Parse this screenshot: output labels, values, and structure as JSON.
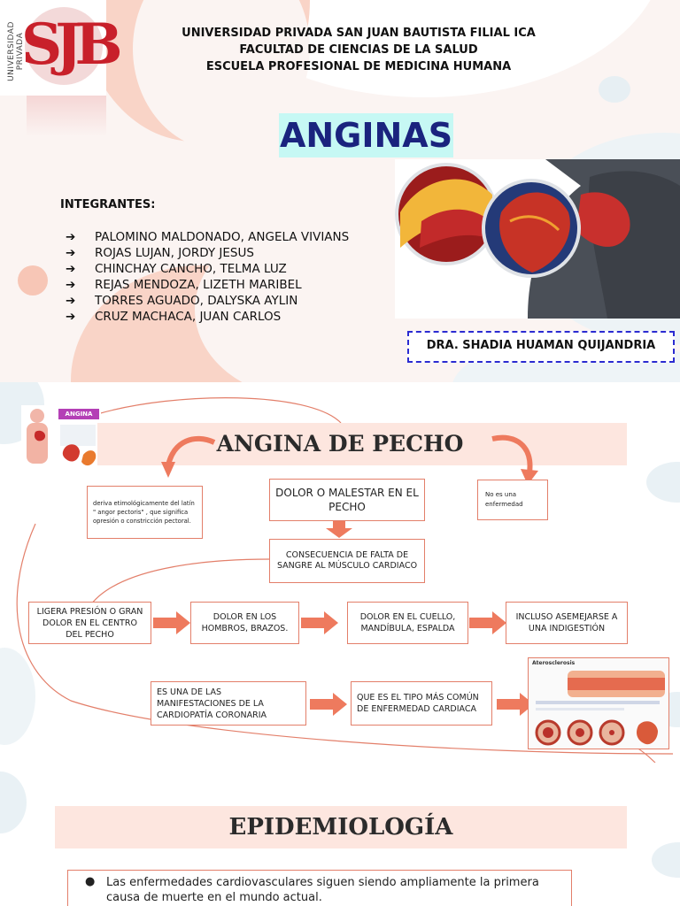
{
  "logo": {
    "letters": "SJB",
    "vertical_text": "UNIVERSIDAD PRIVADA"
  },
  "header": {
    "line1": "UNIVERSIDAD PRIVADA SAN JUAN BAUTISTA FILIAL ICA",
    "line2": "FACULTAD DE CIENCIAS DE LA SALUD",
    "line3": "ESCUELA PROFESIONAL DE MEDICINA HUMANA"
  },
  "title": "ANGINAS",
  "integrantes": {
    "label": "INTEGRANTES:",
    "arrow": "➔",
    "members": [
      "PALOMINO MALDONADO, ANGELA VIVIANS",
      "ROJAS LUJAN, JORDY JESUS",
      "CHINCHAY CANCHO, TELMA LUZ",
      "REJAS MENDOZA, LIZETH MARIBEL",
      "TORRES AGUADO, DALYSKA AYLIN",
      "CRUZ MACHACA, JUAN CARLOS"
    ]
  },
  "teacher": "DRA. SHADIA HUAMAN QUIJANDRIA",
  "slide2": {
    "thumb_label": "ANGINA",
    "heading": "ANGINA DE PECHO",
    "etymology": "deriva etimológicamente del latín \" angor pectoris\" , que significa opresión o constricción pectoral.",
    "pain": "DOLOR O MALESTAR EN EL PECHO",
    "not_disease": "No es una enfermedad",
    "consequence": "CONSECUENCIA DE FALTA DE SANGRE AL MÚSCULO CARDIACO",
    "row1": [
      "LIGERA PRESIÓN O GRAN DOLOR EN EL CENTRO DEL PECHO",
      "DOLOR EN LOS HOMBROS, BRAZOS.",
      "DOLOR EN EL CUELLO, MANDÍBULA, ESPALDA",
      "INCLUSO ASEMEJARSE A UNA INDIGESTIÓN"
    ],
    "row2": [
      "ES UNA DE LAS MANIFESTACIONES DE LA CARDIOPATÍA CORONARIA",
      "QUE ES EL TIPO MÁS COMÚN DE ENFERMEDAD CARDIACA"
    ],
    "athero_label": "Aterosclerosis"
  },
  "slide3": {
    "heading": "EPIDEMIOLOGÍA",
    "bullet": "●",
    "text": "Las enfermedades cardiovasculares siguen siendo ampliamente la primera causa de muerte en el mundo actual."
  },
  "colors": {
    "accent": "#e37f6a",
    "arrow": "#ee7a5e",
    "title_bg": "#c6f8f4",
    "title_fg": "#1a237e",
    "band": "#fde6df",
    "logo_red": "#c8202a"
  }
}
